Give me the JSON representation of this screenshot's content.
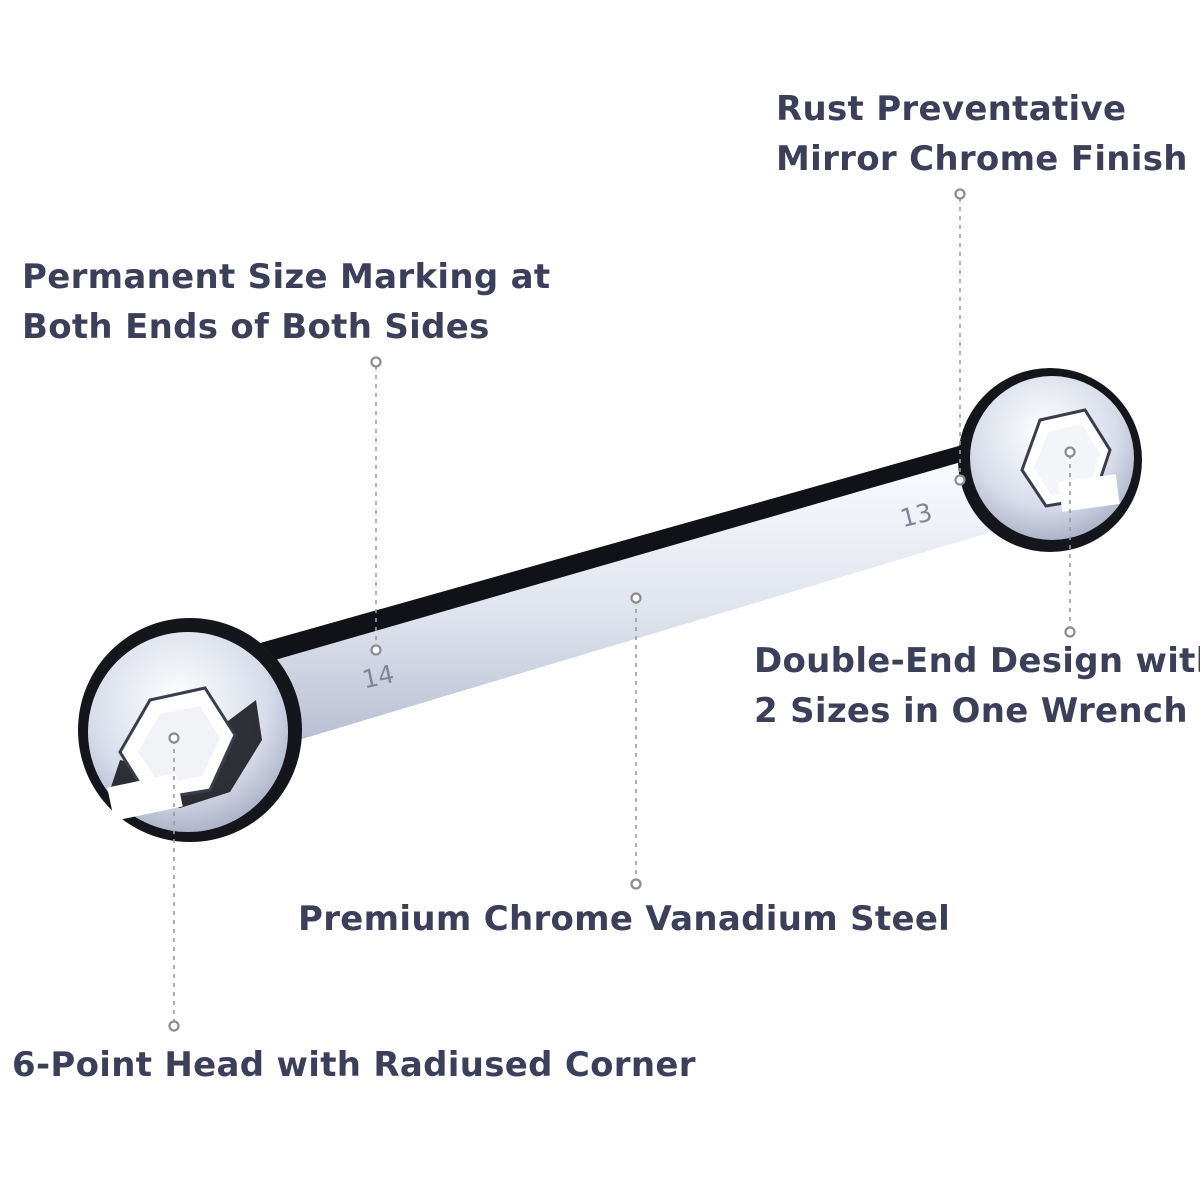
{
  "colors": {
    "label_text": "#3c3f5a",
    "leader_line": "#9a9aa2",
    "dot": "#8c8c94",
    "chrome_light": "#f4f6fb",
    "chrome_mid": "#c9cfe0",
    "chrome_dark": "#0d0d14",
    "stamp_text": "#7e8598"
  },
  "callouts": {
    "rust_line1": "Rust Preventative",
    "rust_line2": "Mirror Chrome Finish",
    "size_marking_line1": "Permanent Size Marking at",
    "size_marking_line2": "Both Ends of Both Sides",
    "double_end_line1": "Double-End Design with",
    "double_end_line2": "2 Sizes in One Wrench",
    "steel": "Premium Chrome Vanadium Steel",
    "head": "6-Point Head with Radiused Corner"
  },
  "wrench": {
    "left_size": "14",
    "right_size": "13"
  }
}
